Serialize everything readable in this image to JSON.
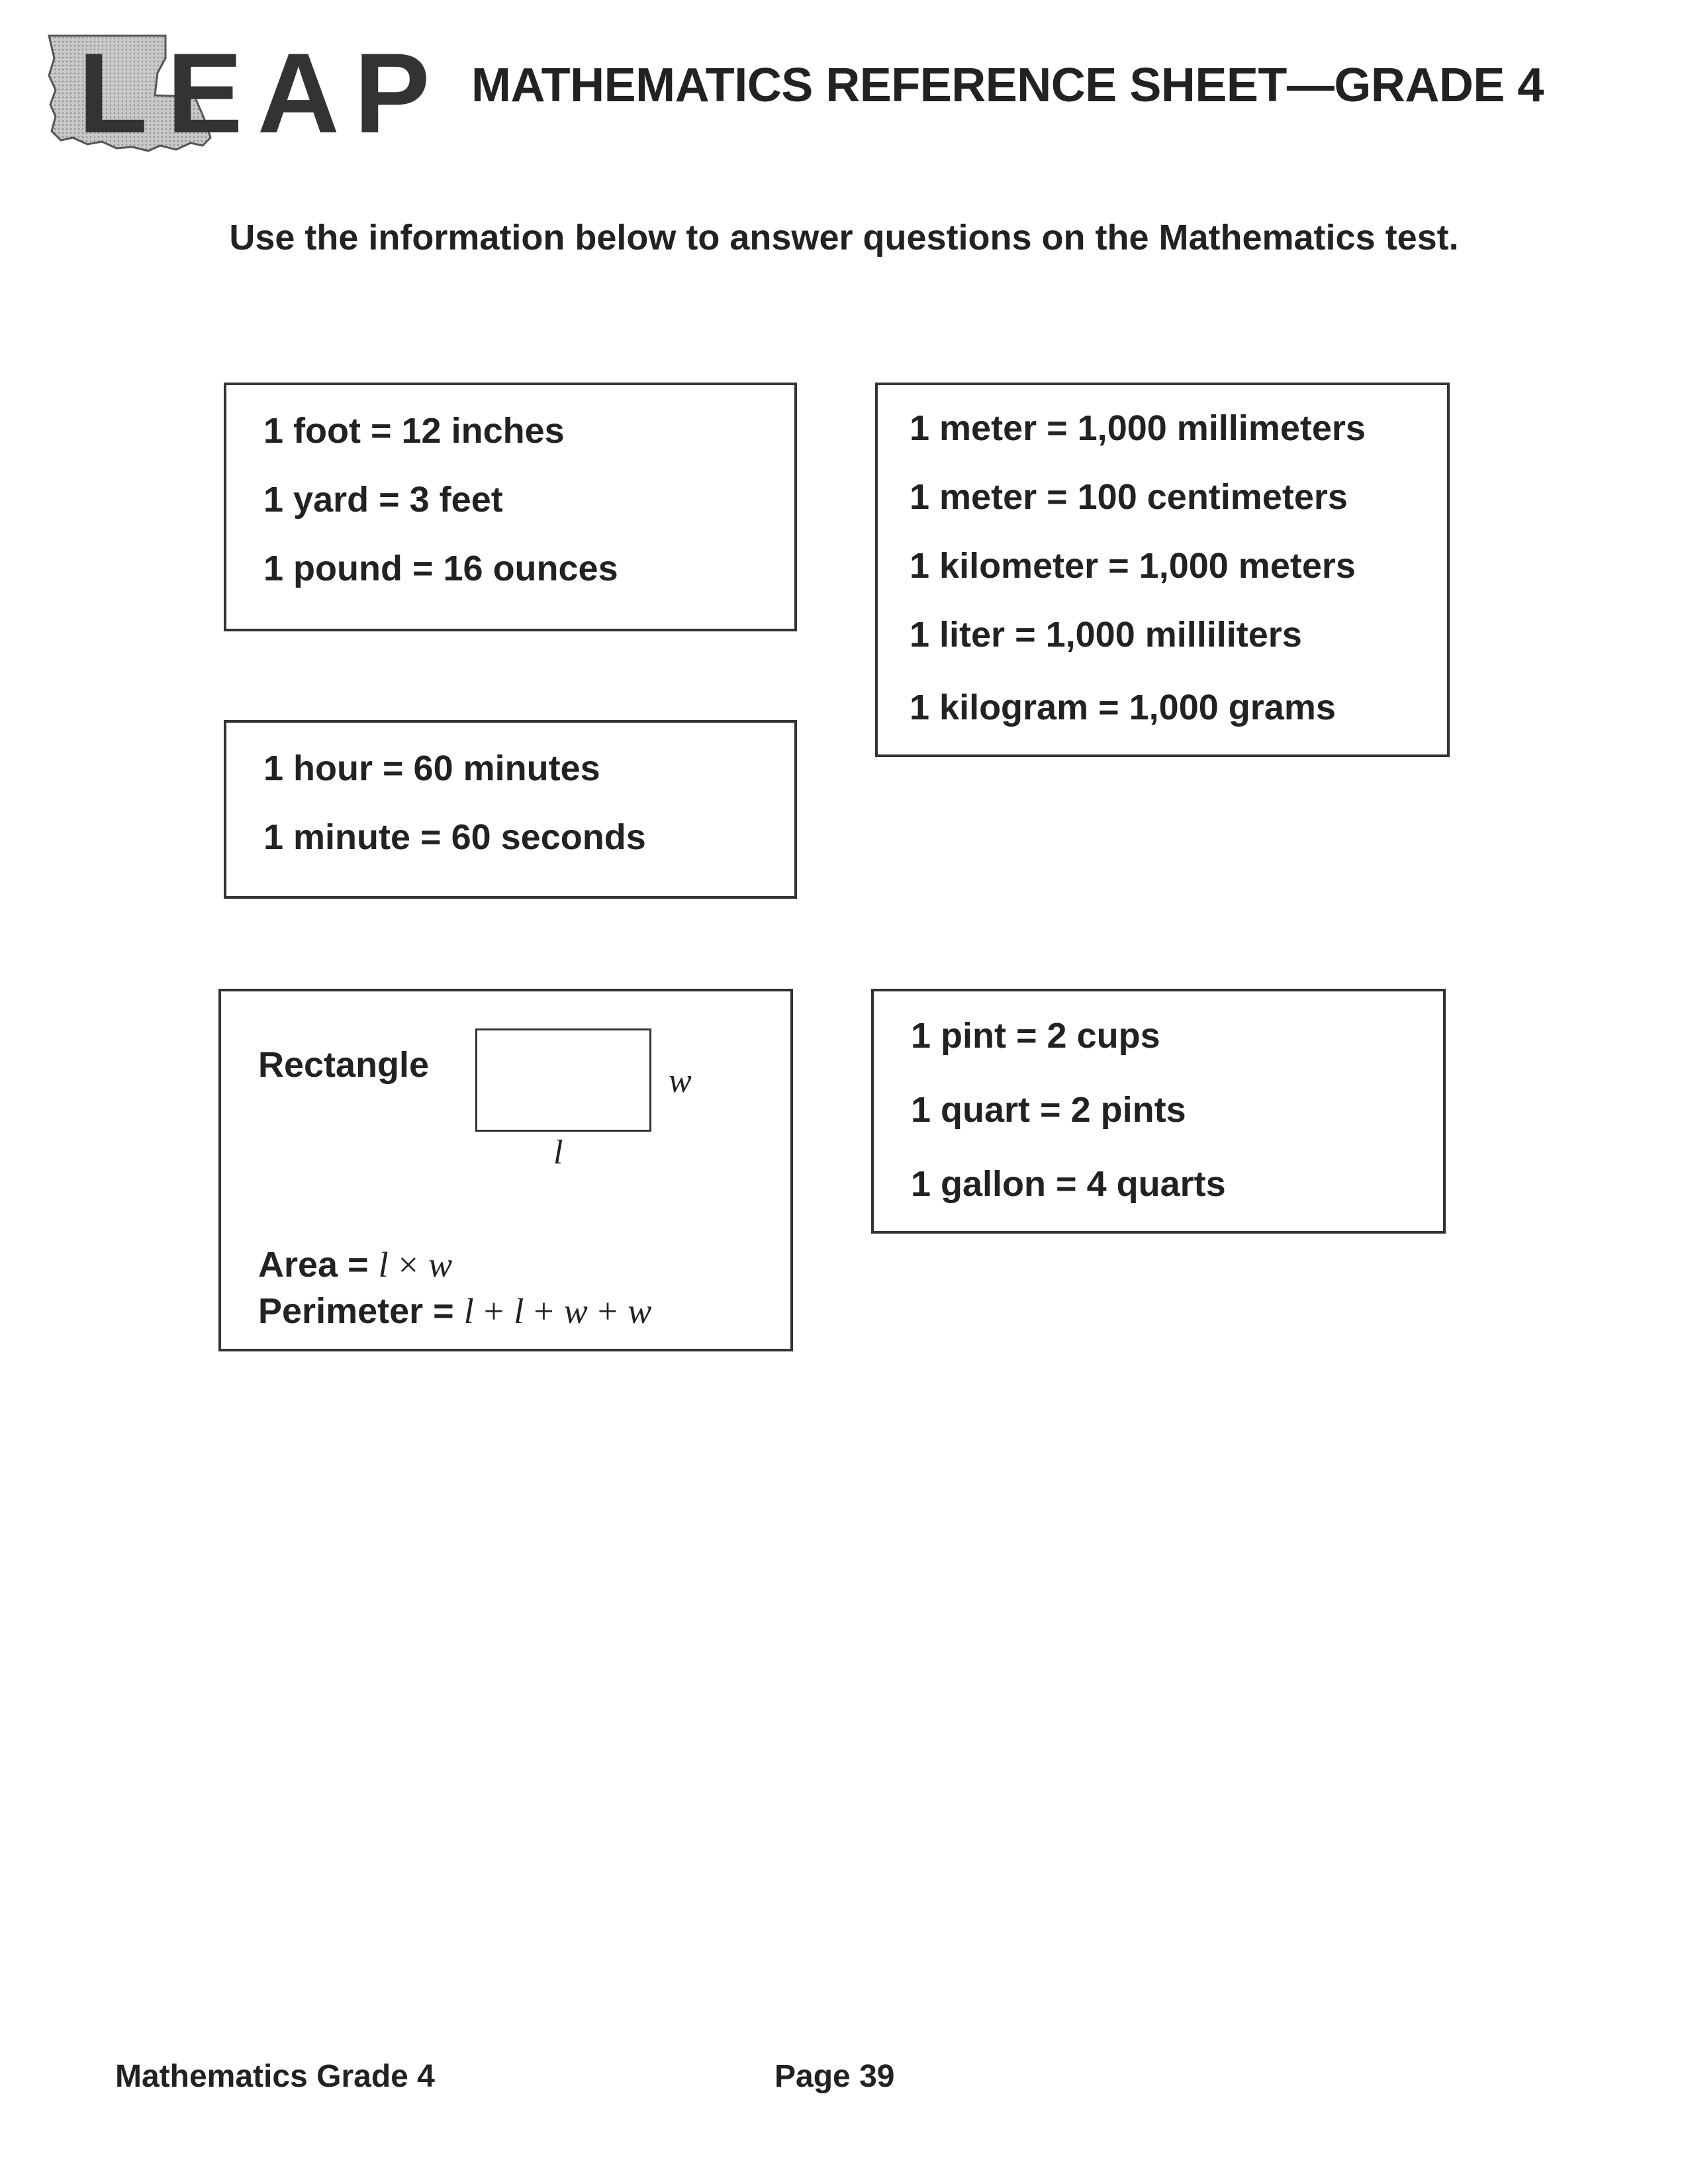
{
  "header": {
    "logo_text": "LEAP",
    "title": "MATHEMATICS REFERENCE SHEET—GRADE 4",
    "subtitle": "Use the information below to answer questions on the Mathematics test."
  },
  "box_customary_length_weight": {
    "lines": [
      "1 foot = 12 inches",
      "1 yard = 3 feet",
      "1 pound = 16 ounces"
    ]
  },
  "box_metric": {
    "lines": [
      "1 meter = 1,000 millimeters",
      "1 meter = 100 centimeters",
      "1 kilometer = 1,000 meters",
      "1 liter = 1,000 milliliters",
      "1 kilogram = 1,000 grams"
    ]
  },
  "box_time": {
    "lines": [
      "1 hour = 60 minutes",
      "1 minute = 60 seconds"
    ]
  },
  "box_rectangle": {
    "label": "Rectangle",
    "width_label": "w",
    "length_label": "l",
    "area_label": "Area =",
    "area_formula": [
      "l",
      "×",
      "w"
    ],
    "perimeter_label": "Perimeter =",
    "perimeter_formula": [
      "l",
      "+",
      "l",
      "+",
      "w",
      "+",
      "w"
    ]
  },
  "box_capacity": {
    "lines": [
      "1 pint = 2 cups",
      "1 quart = 2 pints",
      "1 gallon = 4 quarts"
    ]
  },
  "footer": {
    "left": "Mathematics Grade 4",
    "page": "Page 39"
  }
}
